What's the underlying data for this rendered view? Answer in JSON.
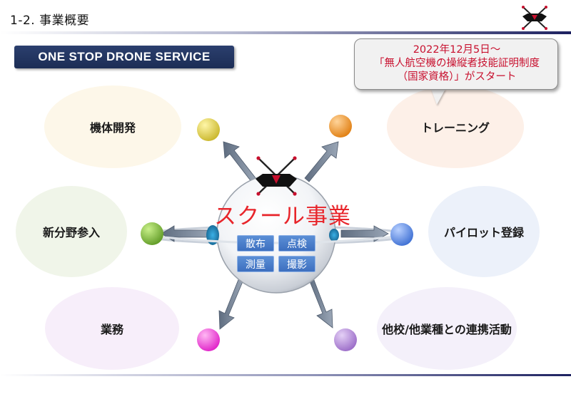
{
  "header": {
    "title": "1-2.  事業概要"
  },
  "banner": {
    "label": "ONE STOP DRONE SERVICE"
  },
  "callout": {
    "lines": [
      "2022年12月5日～",
      "「無人航空機の操縦者技能証明制度",
      "（国家資格）」がスタート"
    ]
  },
  "center": {
    "label": "スクール事業",
    "services": [
      "散布",
      "点検",
      "測量",
      "撮影"
    ]
  },
  "nodes": [
    {
      "label": "機体開発",
      "ball_color": "#c9b62a"
    },
    {
      "label": "トレーニング",
      "ball_color": "#e07e10"
    },
    {
      "label": "新分野参入",
      "ball_color": "#5f9a25"
    },
    {
      "label": "パイロット登録",
      "ball_color": "#3d6fd3"
    },
    {
      "label": "業務",
      "ball_color": "#e020c8"
    },
    {
      "label": "他校/他業種との連携活動",
      "ball_color": "#9a6bc7"
    }
  ],
  "colors": {
    "navy": "#1c2d55",
    "callout_text": "#c8102e",
    "center_text": "#e8252b"
  }
}
